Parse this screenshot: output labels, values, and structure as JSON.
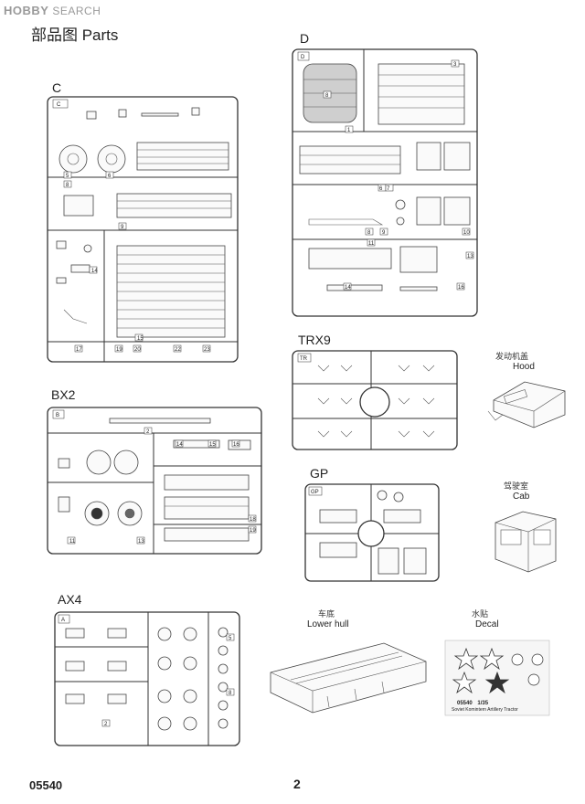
{
  "watermark": {
    "brand": "HOBBY",
    "suffix": "SEARCH"
  },
  "page_title": "部品图  Parts",
  "sprues": {
    "C": {
      "label": "C",
      "tag": "C"
    },
    "D": {
      "label": "D",
      "tag": "D"
    },
    "BX2": {
      "label": "BX2",
      "tag": "B"
    },
    "TRX9": {
      "label": "TRX9",
      "tag": "TR"
    },
    "GP": {
      "label": "GP",
      "tag": "GP"
    },
    "AX4": {
      "label": "AX4",
      "tag": "A"
    }
  },
  "assemblies": {
    "hood": {
      "cn": "发动机盖",
      "en": "Hood"
    },
    "cab": {
      "cn": "驾驶室",
      "en": "Cab"
    },
    "lower_hull": {
      "cn": "车底",
      "en": "Lower hull"
    },
    "decal": {
      "cn": "水贴",
      "en": "Decal",
      "code": "05540",
      "scale": "1/35",
      "caption": "Soviet Komintern Artillery Tractor"
    }
  },
  "footer": {
    "code": "05540",
    "page": "2"
  }
}
